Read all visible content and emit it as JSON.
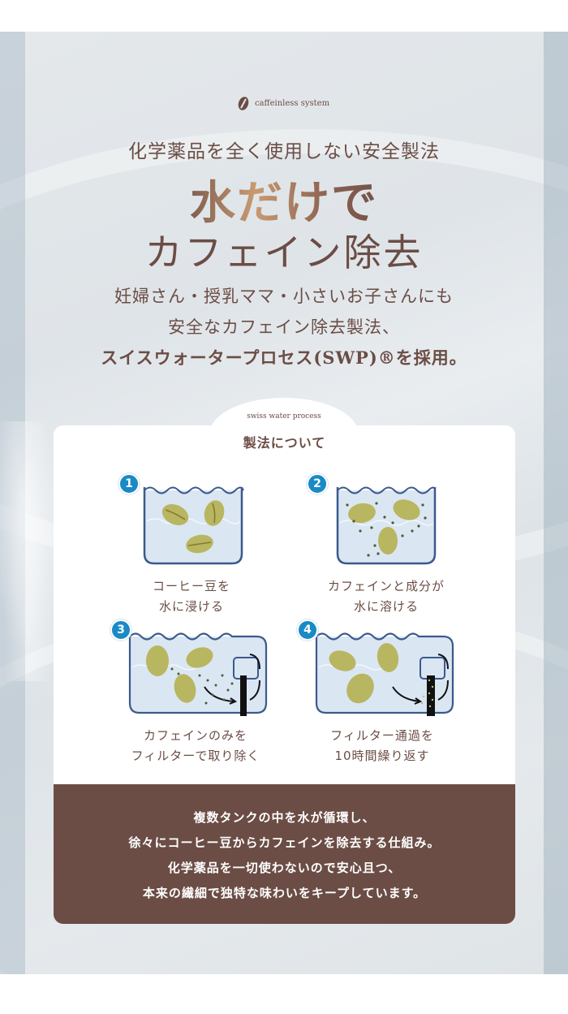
{
  "brand": {
    "icon": "coffee-bean-icon",
    "label": "caffeinless system"
  },
  "hero": {
    "subtitle": "化学薬品を全く使用しない安全製法",
    "title_line1": "水だけで",
    "title_line2": "カフェイン除去"
  },
  "lead": {
    "line1": "妊婦さん・授乳ママ・小さいお子さんにも",
    "line2": "安全なカフェイン除去製法、",
    "line3": "スイスウォータープロセス(SWP)®を採用。"
  },
  "process": {
    "tab_label": "swiss water process",
    "title": "製法について",
    "steps": [
      {
        "number": "1",
        "caption_line1": "コーヒー豆を",
        "caption_line2": "水に浸ける"
      },
      {
        "number": "2",
        "caption_line1": "カフェインと成分が",
        "caption_line2": "水に溶ける"
      },
      {
        "number": "3",
        "caption_line1": "カフェインのみを",
        "caption_line2": "フィルターで取り除く"
      },
      {
        "number": "4",
        "caption_line1": "フィルター通過を",
        "caption_line2": "10時間繰り返す"
      }
    ],
    "colors": {
      "badge": "#1a8ac6",
      "water": "#dbe6f3",
      "tank_outline": "#3a5a8c",
      "bean": "#b8b660"
    }
  },
  "summary": {
    "line1": "複数タンクの中を水が循環し、",
    "line2": "徐々にコーヒー豆からカフェインを除去する仕組み。",
    "line3": "化学薬品を一切使わないので安心且つ、",
    "line4": "本来の繊細で独特な味わいをキープしています。"
  },
  "colors": {
    "brown": "#6b4d45",
    "background": "#e4e8eb"
  }
}
